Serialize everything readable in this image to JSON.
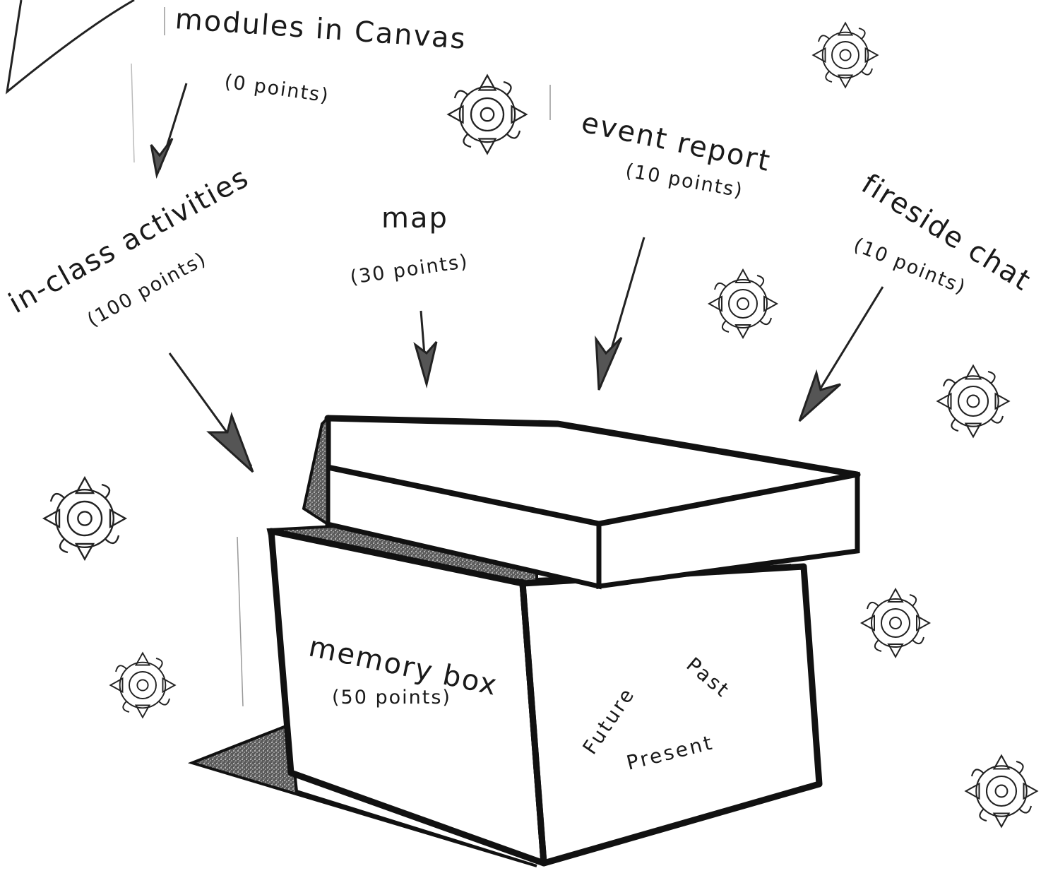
{
  "labels": {
    "modules": {
      "title": "modules in Canvas",
      "points": "(0 points)"
    },
    "inclass": {
      "title": "in-class activities",
      "points": "(100 points)"
    },
    "map": {
      "title": "map",
      "points": "(30 points)"
    },
    "event": {
      "title": "event report",
      "points": "(10 points)"
    },
    "fireside": {
      "title": "fireside chat",
      "points": "(10 points)"
    },
    "memory": {
      "title": "memory box",
      "points": "(50 points)"
    }
  },
  "box_words": {
    "future": "Future",
    "past": "Past",
    "present": "Present"
  },
  "colors": {
    "ink": "#1a1a1a",
    "texture": "#7a7a7a",
    "paper": "#ffffff"
  },
  "icons": [
    "mandala-icon",
    "mandala-icon",
    "mandala-icon",
    "mandala-icon",
    "mandala-icon",
    "mandala-icon",
    "mandala-icon",
    "mandala-icon"
  ]
}
